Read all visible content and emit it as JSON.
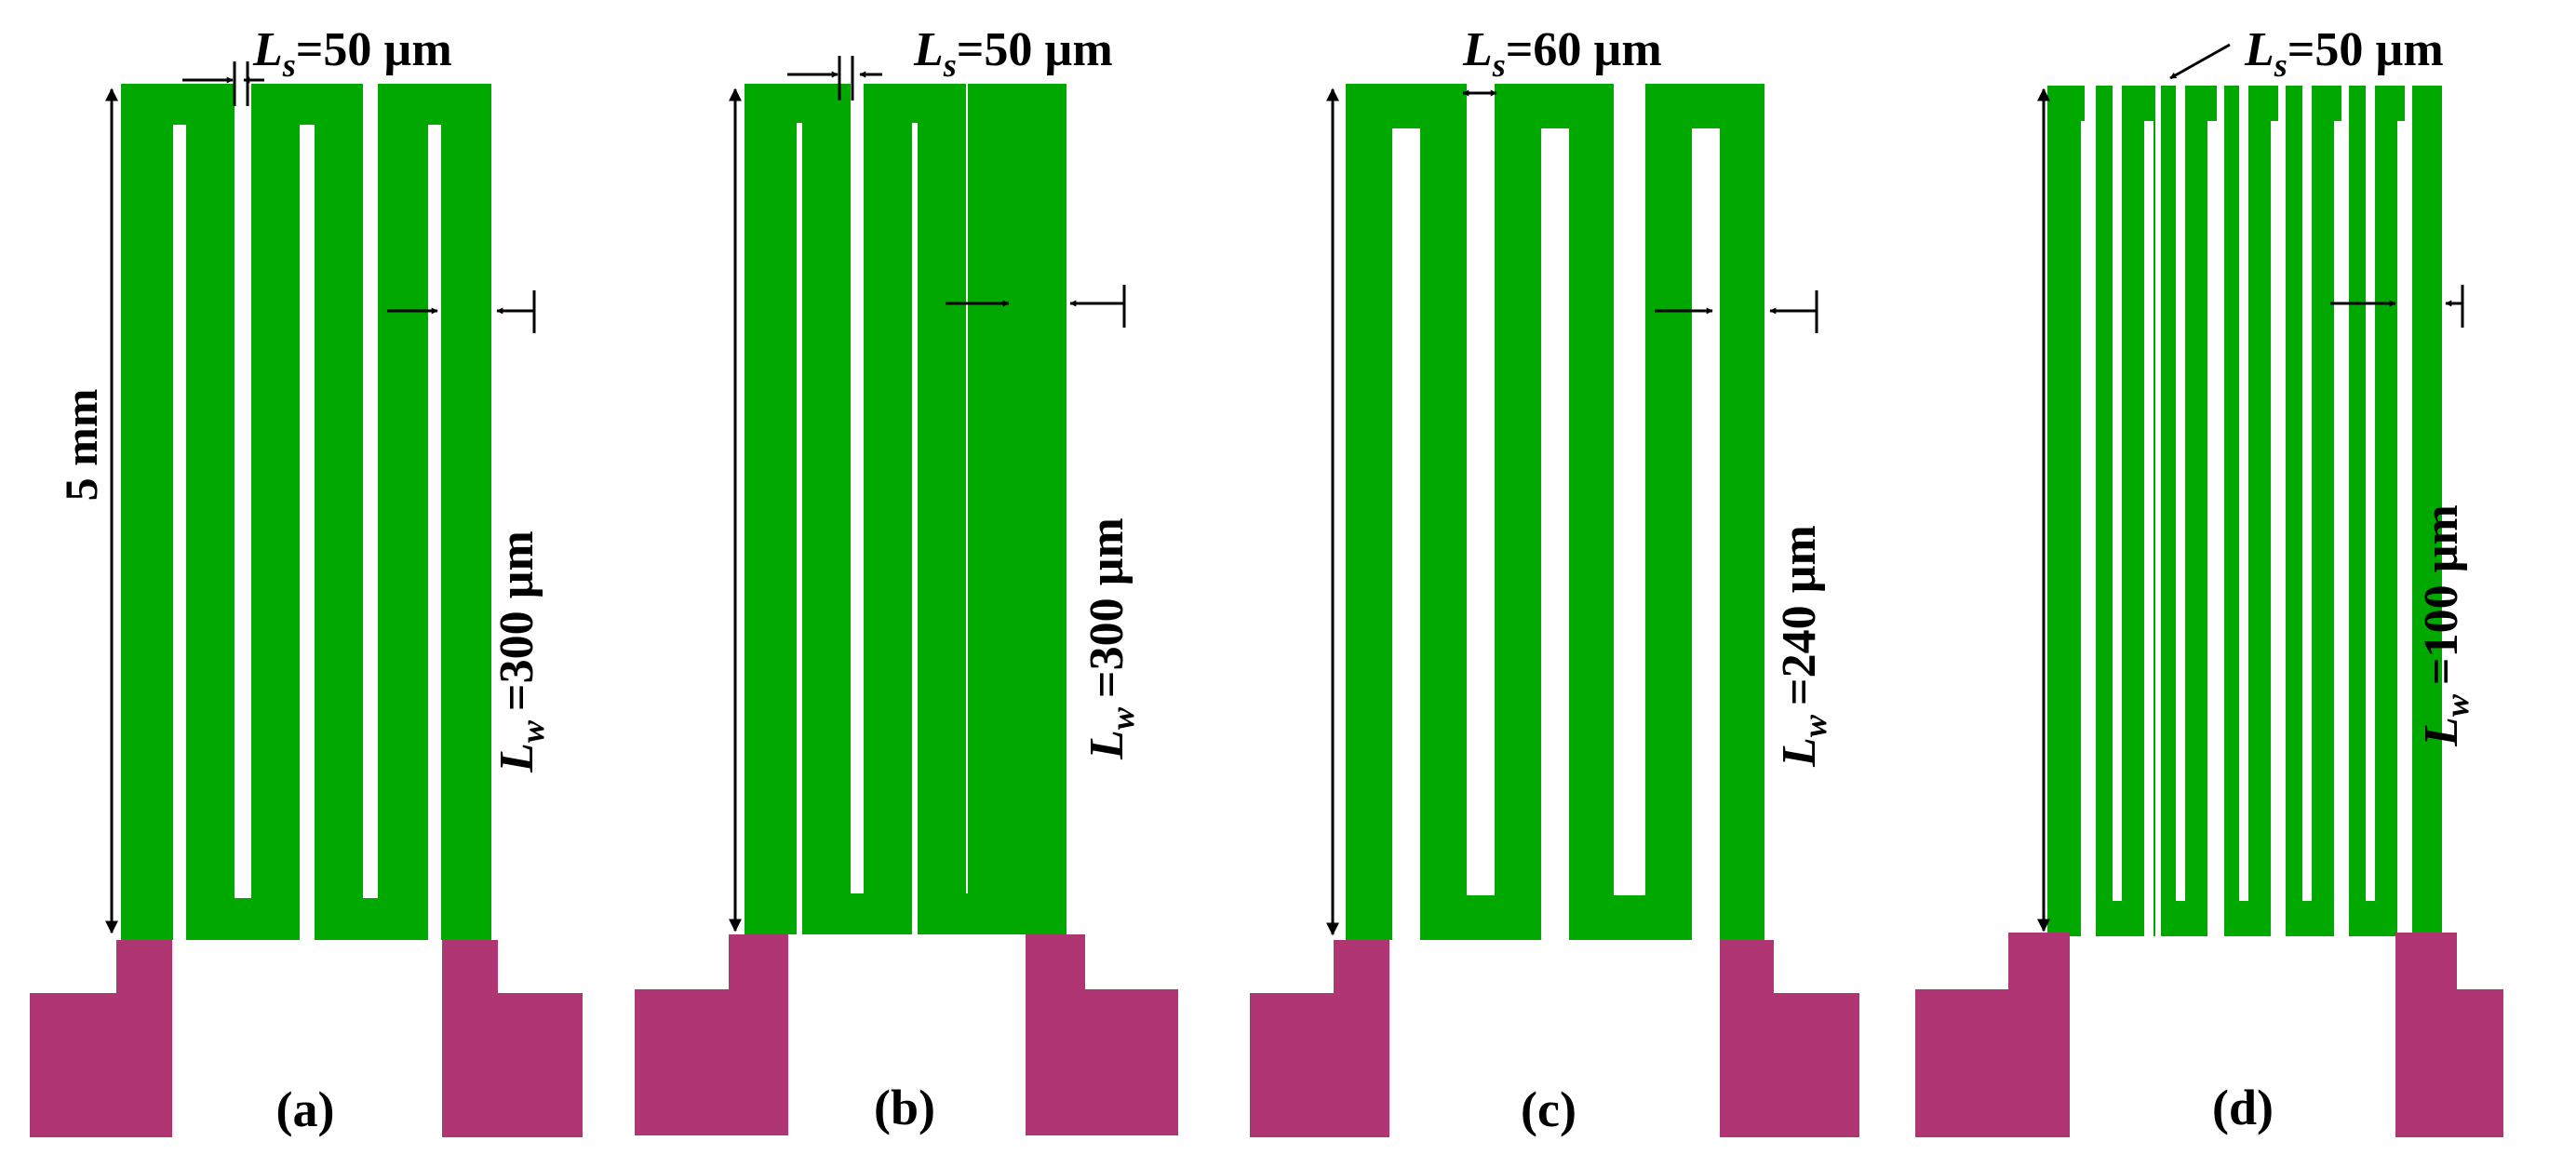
{
  "colors": {
    "trace": "#00A800",
    "pad": "#B03673",
    "annotation": "#000000",
    "background": "#FFFFFF"
  },
  "height_label": "5 mm",
  "panels": [
    {
      "id": "a",
      "caption": "(a)",
      "spacing_symbol": "L",
      "spacing_subscript": "s",
      "spacing_value": "=50 µm",
      "width_symbol": "L",
      "width_subscript": "w",
      "width_value": "=300 µm",
      "line_width_um": 300,
      "line_spacing_um": 50
    },
    {
      "id": "b",
      "caption": "(b)",
      "spacing_symbol": "L",
      "spacing_subscript": "s",
      "spacing_value": "=50 µm",
      "width_symbol": "L",
      "width_subscript": "w",
      "width_value": "=300 µm",
      "line_width_um": 300,
      "line_spacing_um": 50
    },
    {
      "id": "c",
      "caption": "(c)",
      "spacing_symbol": "L",
      "spacing_subscript": "s",
      "spacing_value": "=60 µm",
      "width_symbol": "L",
      "width_subscript": "w",
      "width_value": "=240 µm",
      "line_width_um": 240,
      "line_spacing_um": 60
    },
    {
      "id": "d",
      "caption": "(d)",
      "spacing_symbol": "L",
      "spacing_subscript": "s",
      "spacing_value": "=50 µm",
      "width_symbol": "L",
      "width_subscript": "w",
      "width_value": "=100 µm",
      "line_width_um": 100,
      "line_spacing_um": 50
    }
  ]
}
